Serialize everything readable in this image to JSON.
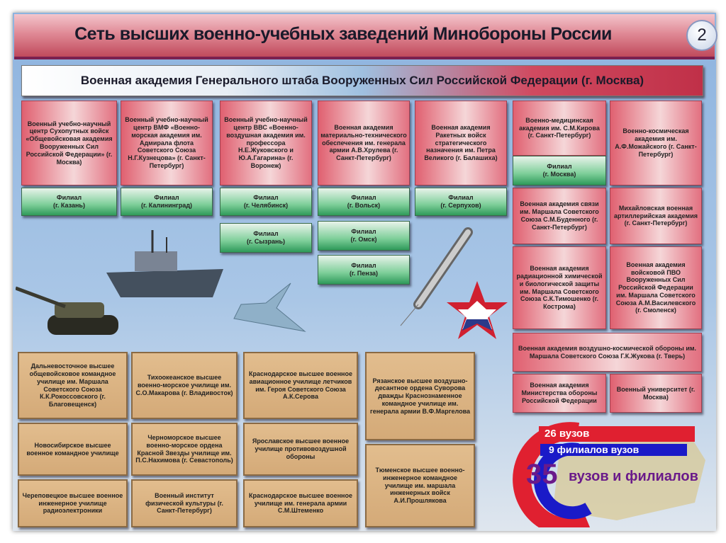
{
  "header": {
    "title": "Сеть высших военно-учебных заведений Минобороны России",
    "page_number": "2"
  },
  "hq": "Военная академия Генерального штаба Вооруженных Сил Российской Федерации (г. Москва)",
  "academies": [
    "Военный учебно-научный центр Сухопутных войск «Общевойсковая академия Вооруженных Сил Российской Федерации» (г. Москва)",
    "Военный учебно-научный центр ВМФ «Военно-морская академия им. Адмирала флота Советского Союза Н.Г.Кузнецова» (г. Санкт-Петербург)",
    "Военный учебно-научный центр ВВС «Военно-воздушная академия им. профессора Н.Е.Жуковского и Ю.А.Гагарина» (г. Воронеж)",
    "Военная академия материально-технического обеспечения им. генерала армии А.В.Хрулева (г. Санкт-Петербург)",
    "Военная академия Ракетных войск стратегического назначения им. Петра Великого (г. Балашиха)",
    "Военно-медицинская академия им. С.М.Кирова (г. Санкт-Петербург)",
    "Военно-космическая академия им. А.Ф.Можайского (г. Санкт-Петербург)",
    "Военная академия связи им. Маршала Советского Союза С.М.Буденного (г. Санкт-Петербург)",
    "Михайловская военная артиллерийская академия (г. Санкт-Петербург)",
    "Военная академия радиационной химической и биологической защиты им. Маршала Советского Союза С.К.Тимошенко (г. Кострома)",
    "Военная академия войсковой ПВО Вооруженных Сил Российской Федерации им. Маршала Советского Союза А.М.Василевского (г. Смоленск)",
    "Военная академия воздушно-космической обороны им. Маршала Советского Союза Г.К.Жукова (г. Тверь)",
    "Военная академия Министерства обороны Российской Федерации",
    "Военный университет (г. Москва)"
  ],
  "branches": [
    "Филиал\n(г. Казань)",
    "Филиал\n(г. Калининград)",
    "Филиал\n(г. Челябинск)",
    "Филиал\n(г. Сызрань)",
    "Филиал\n(г. Вольск)",
    "Филиал\n(г. Омск)",
    "Филиал\n(г. Пенза)",
    "Филиал\n(г. Серпухов)",
    "Филиал\n(г. Москва)"
  ],
  "schools": [
    "Дальневосточное высшее общевойсковое командное училище им. Маршала Советского Союза К.К.Рокоссовского (г. Благовещенск)",
    "Новосибирское высшее военное командное училище",
    "Череповецкое высшее военное инженерное училище радиоэлектроники",
    "Тихоокеанское высшее военно-морское училище им. С.О.Макарова (г. Владивосток)",
    "Черноморское высшее военно-морское ордена Красной Звезды училище им. П.С.Нахимова (г. Севастополь)",
    "Военный институт физической культуры (г. Санкт-Петербург)",
    "Краснодарское высшее военное авиационное училище летчиков им. Героя Советского Союза А.К.Серова",
    "Ярославское высшее военное училище противовоздушной обороны",
    "Краснодарское высшее военное училище им. генерала армии С.М.Штеменко",
    "Рязанское высшее воздушно-десантное ордена Суворова дважды Краснознаменное командное училище им. генерала армии В.Ф.Маргелова",
    "Тюменское высшее военно-инженерное командное училище им. маршала инженерных войск А.И.Прошлякова"
  ],
  "stats": {
    "universities": "26 вузов",
    "branches": "9 филиалов вузов",
    "total_number": "35",
    "total_label": "вузов и филиалов"
  },
  "colors": {
    "red": "#e02030",
    "blue": "#1a1ac8",
    "purple": "#6a1a8a"
  }
}
